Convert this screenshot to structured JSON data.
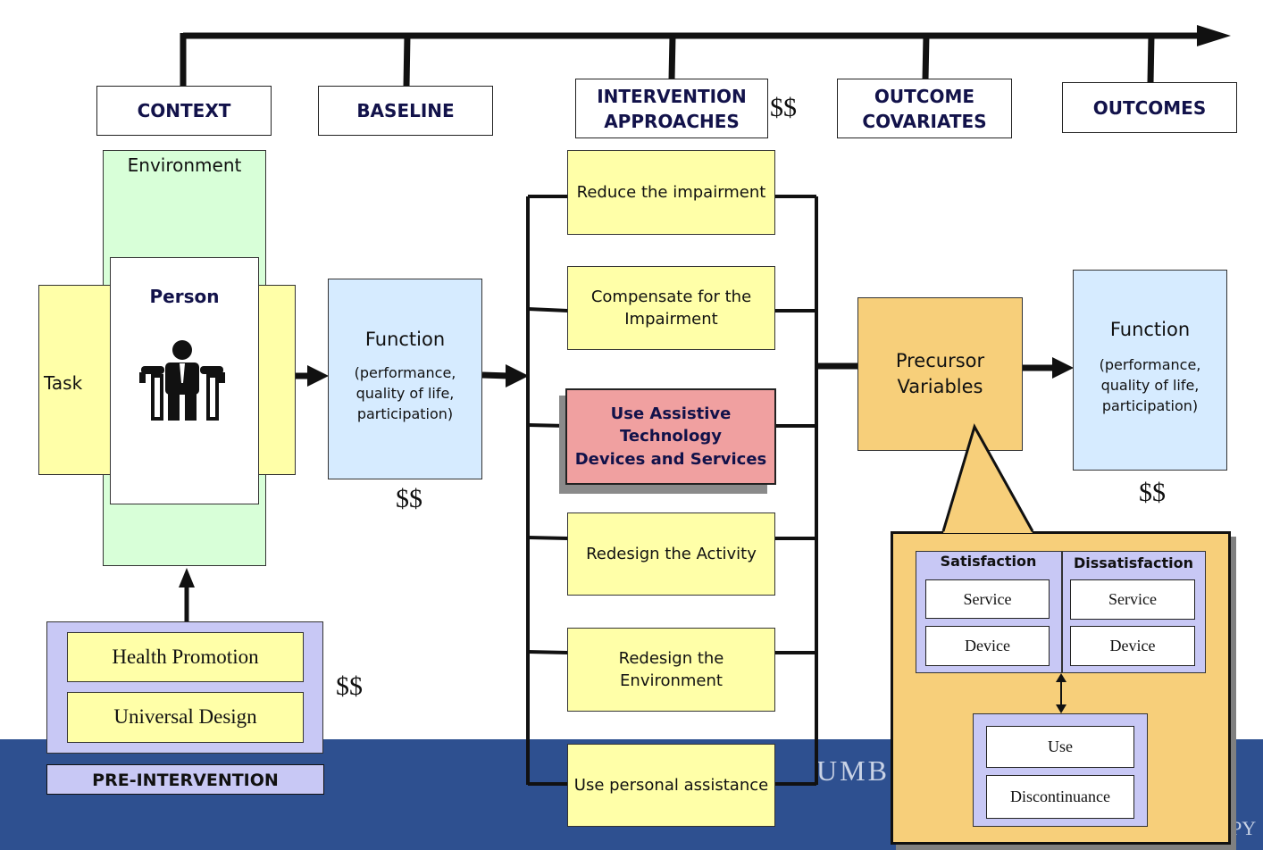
{
  "footer": {
    "text_left": "UMB",
    "text_right": "PY"
  },
  "headers": {
    "context": "CONTEXT",
    "baseline": "BASELINE",
    "intervention": "INTERVENTION\nAPPROACHES",
    "outcome_covariates": "OUTCOME\nCOVARIATES",
    "outcomes": "OUTCOMES"
  },
  "context": {
    "environment": "Environment",
    "person": "Person",
    "task": "Task"
  },
  "pre_intervention": {
    "items": [
      "Health Promotion",
      "Universal Design"
    ],
    "label": "PRE-INTERVENTION",
    "cost": "$$"
  },
  "baseline_function": {
    "title": "Function",
    "detail": "(performance,\nquality of life,\nparticipation)",
    "cost": "$$"
  },
  "intervention": {
    "cost": "$$",
    "items": [
      "Reduce the impairment",
      "Compensate for the\nImpairment",
      "Use Assistive Technology\nDevices and Services",
      "Redesign the Activity",
      "Redesign the\nEnvironment",
      "Use personal assistance"
    ]
  },
  "precursor": {
    "label": "Precursor\nVariables"
  },
  "outcome_function": {
    "title": "Function",
    "detail": "(performance,\nquality of life,\nparticipation)",
    "cost": "$$"
  },
  "callout": {
    "satisfaction": {
      "title": "Satisfaction",
      "items": [
        "Service",
        "Device"
      ]
    },
    "dissatisfaction": {
      "title": "Dissatisfaction",
      "items": [
        "Service",
        "Device"
      ]
    },
    "use_items": [
      "Use",
      "Discontinuance"
    ]
  },
  "colors": {
    "yellow_box": "#ffffa8",
    "green_env": "#d8ffd8",
    "blue_function": "#d6ebff",
    "lavender": "#c8c8f5",
    "highlight_red": "#f0a0a0",
    "precursor_orange": "#f7cf7a",
    "footer_blue": "#2e5090"
  }
}
